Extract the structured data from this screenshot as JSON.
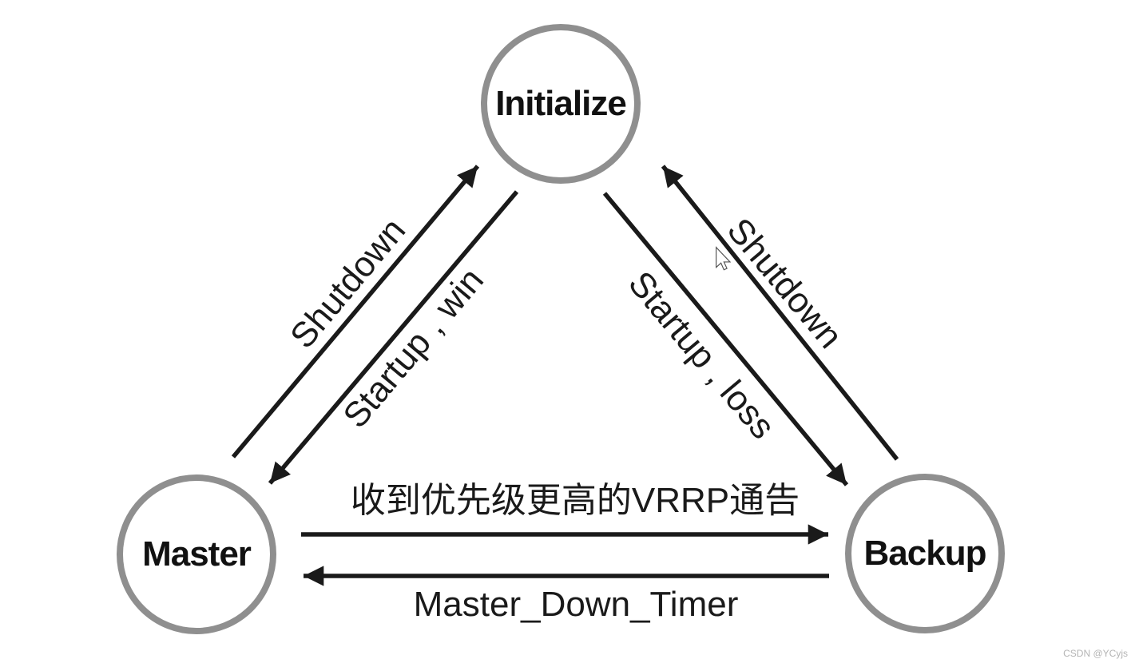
{
  "nodes": [
    {
      "id": "initialize",
      "label": "Initialize"
    },
    {
      "id": "master",
      "label": "Master"
    },
    {
      "id": "backup",
      "label": "Backup"
    }
  ],
  "edges": [
    {
      "from": "Master",
      "to": "Initialize",
      "label": "Shutdown"
    },
    {
      "from": "Initialize",
      "to": "Master",
      "label": "Startup , win"
    },
    {
      "from": "Initialize",
      "to": "Backup",
      "label": "Startup , loss"
    },
    {
      "from": "Backup",
      "to": "Initialize",
      "label": "Shutdown"
    },
    {
      "from": "Master",
      "to": "Backup",
      "label": "收到优先级更高的VRRP通告"
    },
    {
      "from": "Backup",
      "to": "Master",
      "label": "Master_Down_Timer"
    }
  ],
  "cursor": {
    "icon": "arrow-pointer"
  },
  "watermark": "CSDN @YCyjs",
  "colors": {
    "background": "#ffffff",
    "node_border": "#8f8f8f",
    "arrow": "#1a1a1a",
    "text": "#111111",
    "watermark": "#b4b4b4"
  }
}
